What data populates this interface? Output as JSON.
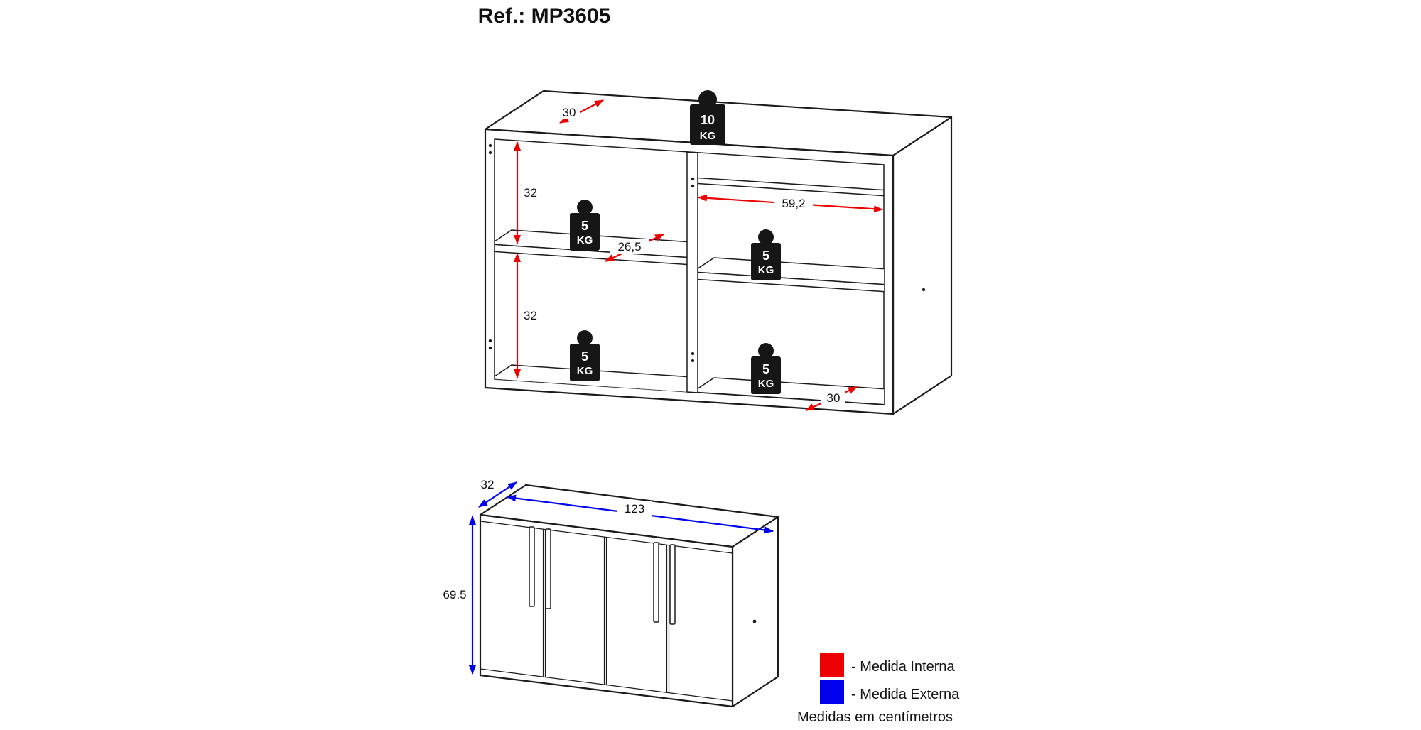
{
  "title": "Ref.: MP3605",
  "colors": {
    "internal": "#ee0000",
    "external": "#0000ee",
    "weight": "#161616"
  },
  "top_view": {
    "dimensions": {
      "top_depth": "30",
      "upper_inner_height": "32",
      "lower_inner_height": "32",
      "shelf_depth": "26,5",
      "inner_width": "59,2",
      "bottom_depth": "30"
    },
    "weights": {
      "top": {
        "value": "10",
        "unit": "KG"
      },
      "left_shelf": {
        "value": "5",
        "unit": "KG"
      },
      "right_shelf": {
        "value": "5",
        "unit": "KG"
      },
      "left_bottom": {
        "value": "5",
        "unit": "KG"
      },
      "right_bottom": {
        "value": "5",
        "unit": "KG"
      }
    }
  },
  "front_view": {
    "dimensions": {
      "depth": "32",
      "width": "123",
      "height": "69.5"
    }
  },
  "legend": {
    "internal": "- Medida Interna",
    "external": "- Medida Externa",
    "note": "Medidas em centímetros"
  }
}
